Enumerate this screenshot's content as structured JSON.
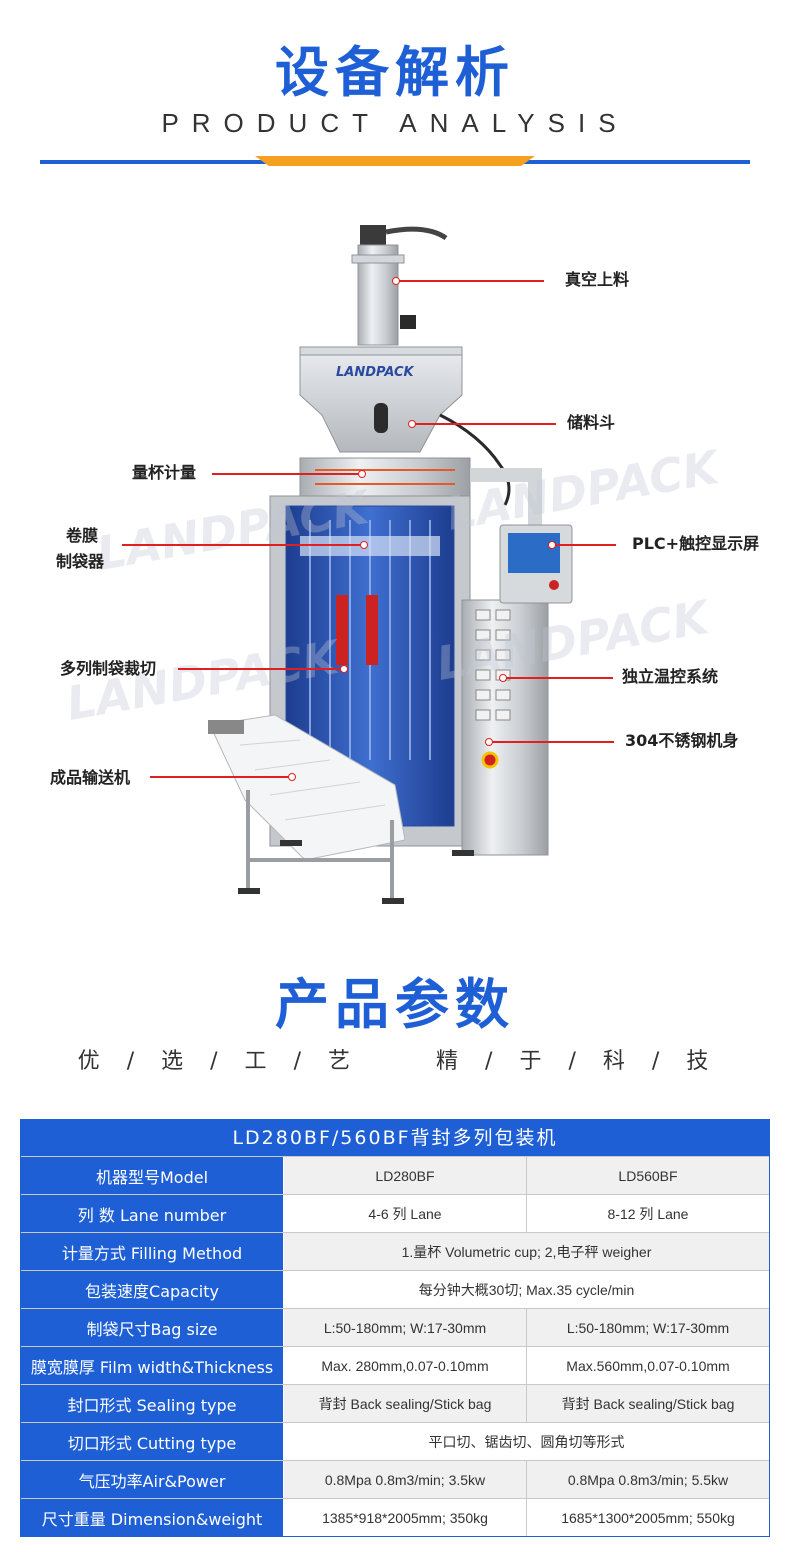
{
  "section1": {
    "title": "设备解析",
    "subtitle": "PRODUCT ANALYSIS"
  },
  "machine": {
    "brand": "LANDPACK",
    "callouts": {
      "vacuum_loader": "真空上料",
      "hopper": "储料斗",
      "cup_meter": "量杯计量",
      "film_bag_1": "卷膜",
      "film_bag_2": "制袋器",
      "plc": "PLC+触控显示屏",
      "multi_cut": "多列制袋裁切",
      "temp_ctrl": "独立温控系统",
      "steel_body": "304不锈钢机身",
      "conveyor": "成品输送机"
    }
  },
  "section2": {
    "title": "产品参数",
    "craft": [
      "优",
      "选",
      "工",
      "艺",
      "精",
      "于",
      "科",
      "技"
    ]
  },
  "table": {
    "title": "LD280BF/560BF背封多列包装机",
    "rows": [
      {
        "label": "机器型号Model",
        "values": [
          "LD280BF",
          "LD560BF"
        ]
      },
      {
        "label": "列 数 Lane number",
        "values": [
          "4-6 列 Lane",
          "8-12 列 Lane"
        ]
      },
      {
        "label": "计量方式 Filling Method",
        "values": [
          "1.量杯 Volumetric cup; 2,电子秤 weigher"
        ]
      },
      {
        "label": "包装速度Capacity",
        "values": [
          "每分钟大概30切; Max.35 cycle/min"
        ]
      },
      {
        "label": "制袋尺寸Bag size",
        "values": [
          "L:50-180mm; W:17-30mm",
          "L:50-180mm; W:17-30mm"
        ]
      },
      {
        "label": "膜宽膜厚 Film width&Thickness",
        "values": [
          "Max. 280mm,0.07-0.10mm",
          "Max.560mm,0.07-0.10mm"
        ]
      },
      {
        "label": "封口形式 Sealing type",
        "values": [
          "背封 Back sealing/Stick bag",
          "背封 Back sealing/Stick bag"
        ]
      },
      {
        "label": "切口形式 Cutting type",
        "values": [
          "平口切、锯齿切、圆角切等形式"
        ]
      },
      {
        "label": "气压功率Air&Power",
        "values": [
          "0.8Mpa 0.8m3/min; 3.5kw",
          "0.8Mpa 0.8m3/min; 5.5kw"
        ]
      },
      {
        "label": "尺寸重量 Dimension&weight",
        "values": [
          "1385*918*2005mm; 350kg",
          "1685*1300*2005mm; 550kg"
        ]
      }
    ]
  },
  "colors": {
    "brand_blue": "#1f5fd6",
    "accent_orange": "#f5a020",
    "callout_red": "#e02020"
  }
}
